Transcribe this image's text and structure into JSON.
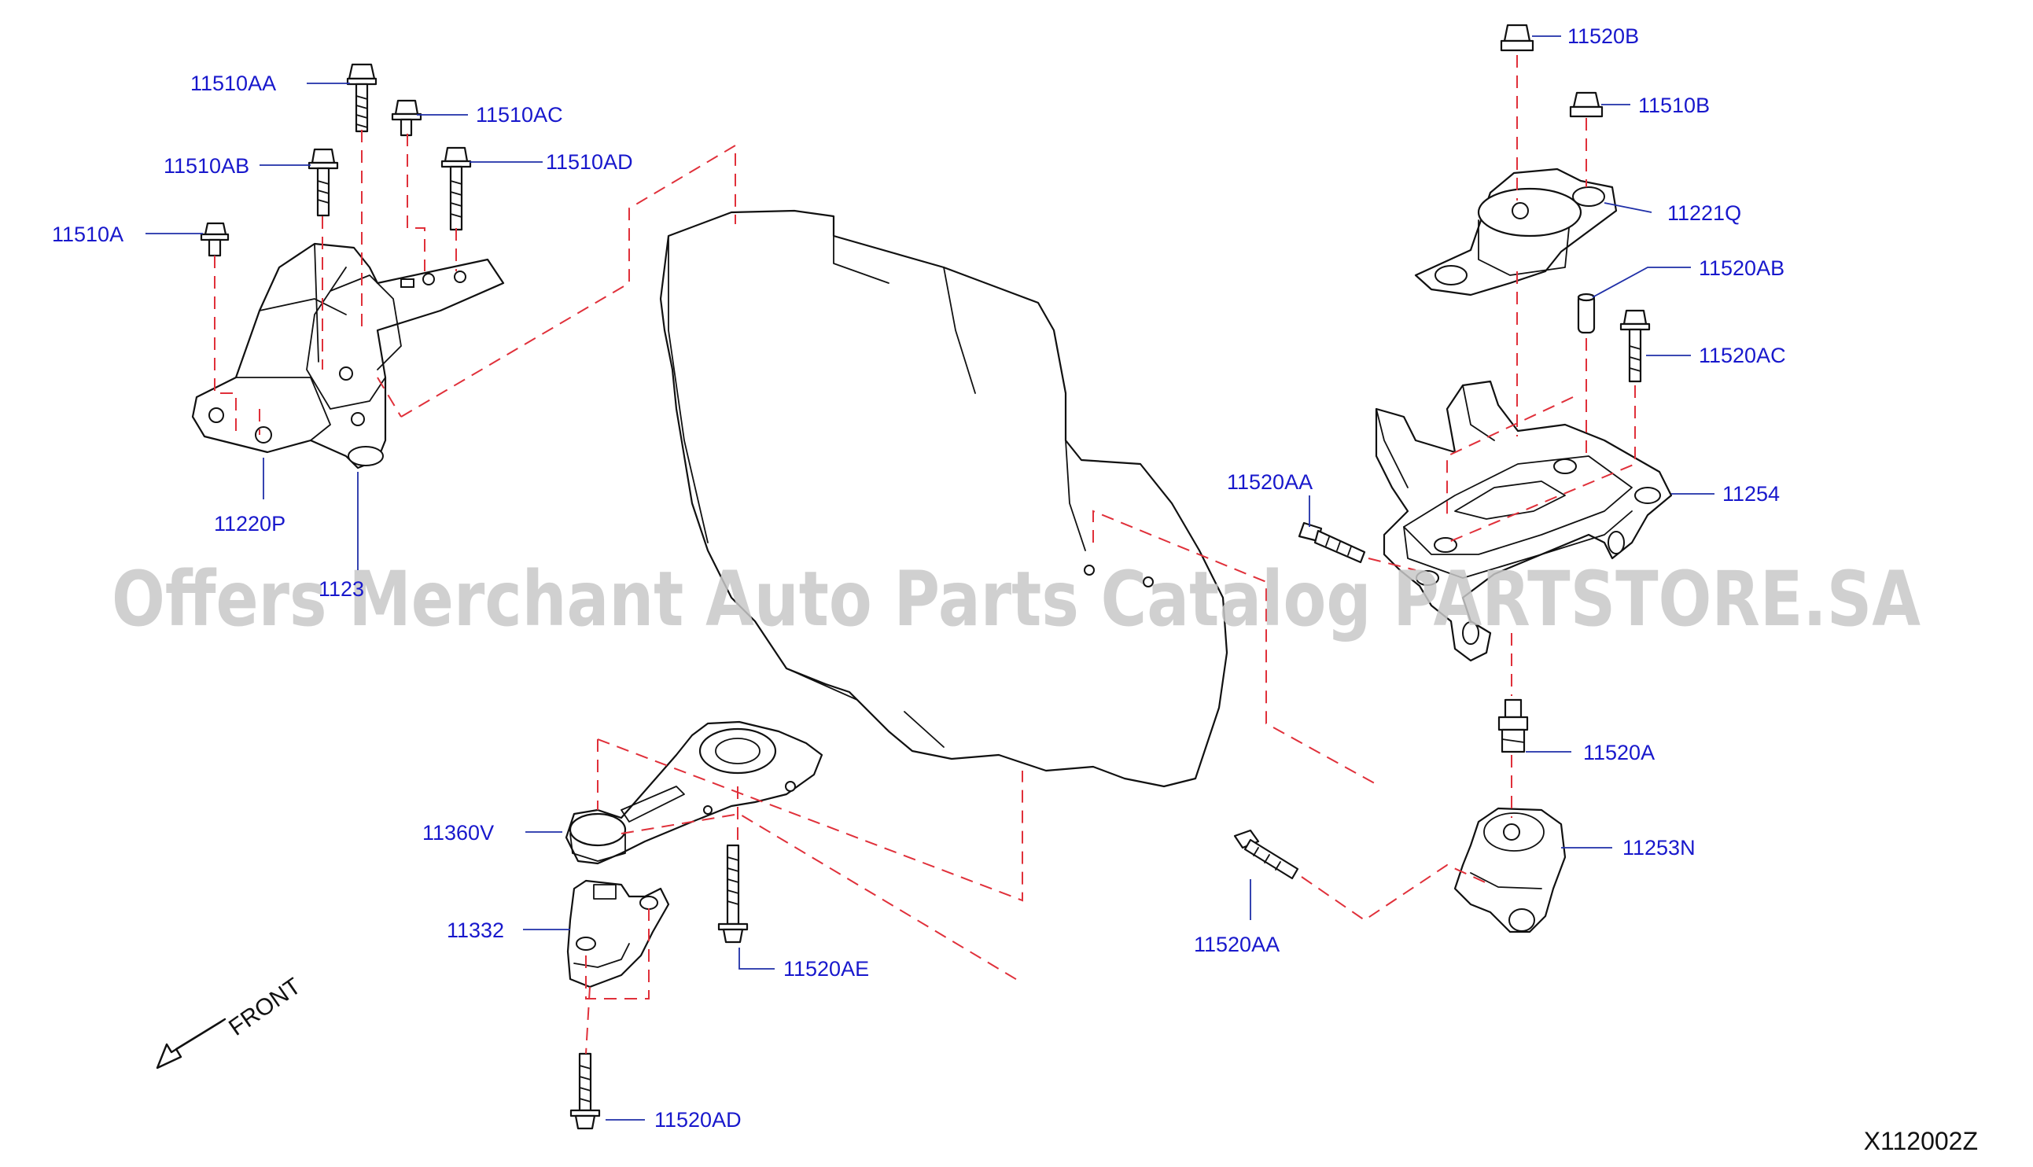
{
  "watermark": "Offers Merchant Auto Parts Catalog PARTSTORE.SA",
  "diagram_code": "X112002Z",
  "front_label": "FRONT",
  "part_labels": {
    "p11510AA": "11510AA",
    "p11510AC": "11510AC",
    "p11510AB": "11510AB",
    "p11510AD": "11510AD",
    "p11510A": "11510A",
    "p11220P": "11220P",
    "p1123": "1123",
    "p11520B": "11520B",
    "p11510B": "11510B",
    "p11221Q": "11221Q",
    "p11520AB": "11520AB",
    "p11520AC": "11520AC",
    "p11520AA_upper": "11520AA",
    "p11254": "11254",
    "p11520A": "11520A",
    "p11253N": "11253N",
    "p11520AA_lower": "11520AA",
    "p11360V": "11360V",
    "p11332": "11332",
    "p11520AE": "11520AE",
    "p11520AD": "11520AD"
  }
}
